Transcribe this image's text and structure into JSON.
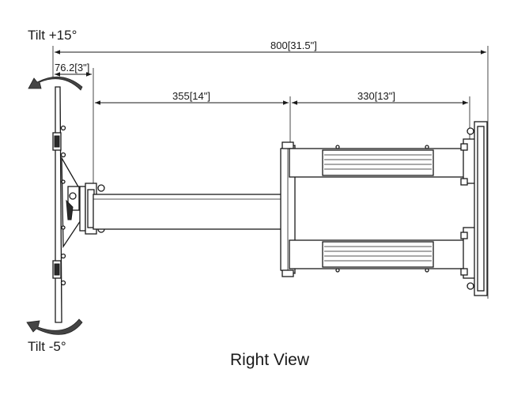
{
  "labels": {
    "tilt_up": "Tilt +15°",
    "tilt_down": "Tilt -5°",
    "view_caption": "Right View"
  },
  "dimensions": {
    "overall": "800[31.5\"]",
    "plate_offset": "76.2[3\"]",
    "arm_inner": "355[14\"]",
    "arm_outer": "330[13\"]"
  },
  "icons": {
    "tilt_up": "curved-arrow-counterclockwise-icon",
    "tilt_down": "curved-arrow-clockwise-icon"
  }
}
